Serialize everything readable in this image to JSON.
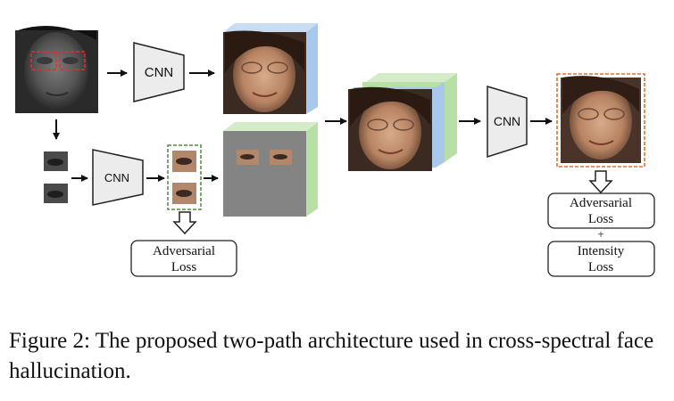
{
  "diagram": {
    "cnn_top": "CNN",
    "cnn_bottom": "CNN",
    "cnn_right": "CNN",
    "loss_left": [
      "Adversarial",
      "Loss"
    ],
    "loss_right_1": [
      "Adversarial",
      "Loss"
    ],
    "loss_plus": "+",
    "loss_right_2": [
      "Intensity",
      "Loss"
    ]
  },
  "caption": "Figure 2: The proposed two-path architecture used in cross-spectral face hallucination.",
  "colors": {
    "cube_blue": "#a9c9ec",
    "cube_green": "#b8dfa5",
    "cube_blue_dark": "#8cb5e1",
    "cube_green_dark": "#9ccf86",
    "red_box": "#e03030",
    "dashed_green": "#4f8a3a",
    "dashed_orange": "#d9722f",
    "cnn_fill": "#ececec"
  }
}
